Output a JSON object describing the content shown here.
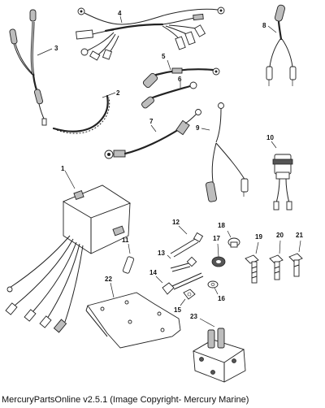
{
  "parts": [
    {
      "id": "1",
      "label": "1"
    },
    {
      "id": "2",
      "label": "2"
    },
    {
      "id": "3",
      "label": "3"
    },
    {
      "id": "4",
      "label": "4"
    },
    {
      "id": "5",
      "label": "5"
    },
    {
      "id": "6",
      "label": "6"
    },
    {
      "id": "7",
      "label": "7"
    },
    {
      "id": "8",
      "label": "8"
    },
    {
      "id": "9",
      "label": "9"
    },
    {
      "id": "10",
      "label": "10"
    },
    {
      "id": "11",
      "label": "11"
    },
    {
      "id": "12",
      "label": "12"
    },
    {
      "id": "13",
      "label": "13"
    },
    {
      "id": "14",
      "label": "14"
    },
    {
      "id": "15",
      "label": "15"
    },
    {
      "id": "16",
      "label": "16"
    },
    {
      "id": "17",
      "label": "17"
    },
    {
      "id": "18",
      "label": "18"
    },
    {
      "id": "19",
      "label": "19"
    },
    {
      "id": "20",
      "label": "20"
    },
    {
      "id": "21",
      "label": "21"
    },
    {
      "id": "22",
      "label": "22"
    },
    {
      "id": "23",
      "label": "23"
    }
  ],
  "footer": {
    "caption": "MercuryPartsOnline v2.5.1 (Image Copyright- Mercury Marine)"
  }
}
